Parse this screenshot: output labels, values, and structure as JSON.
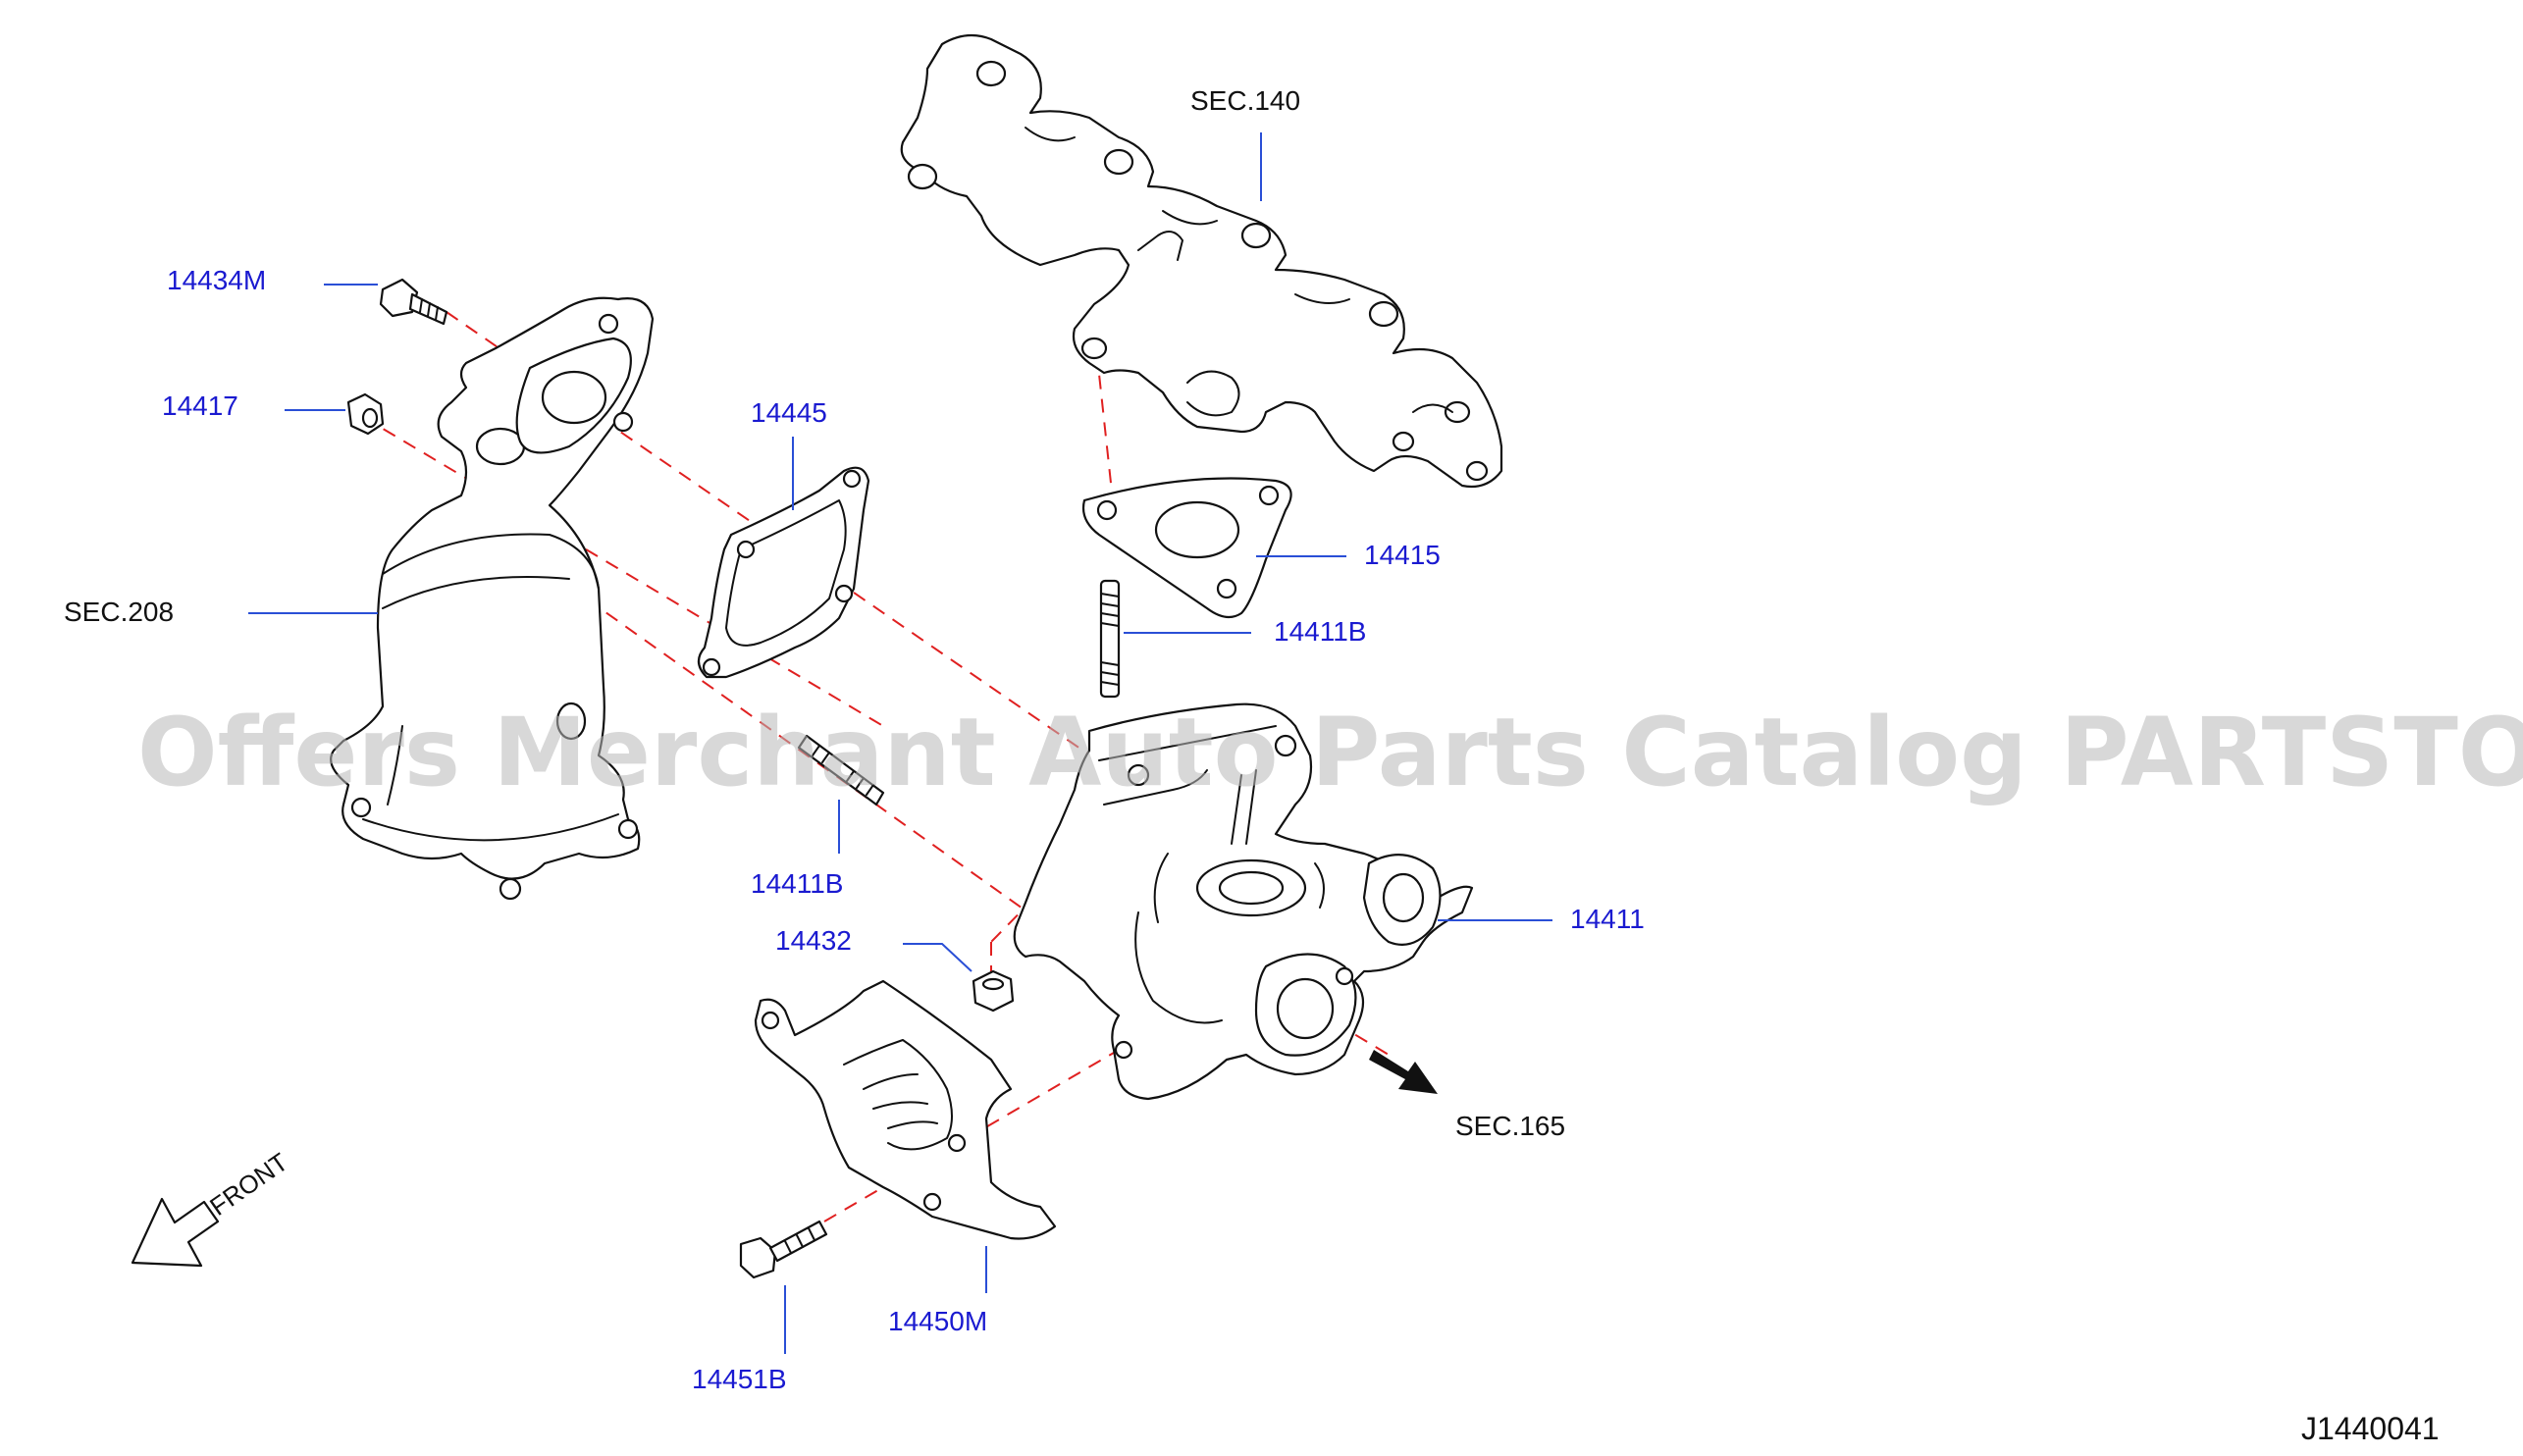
{
  "watermark": "Offers Merchant Auto Parts Catalog PARTSTORE.SA",
  "diagram_id": "J1440041",
  "front_label": "FRONT",
  "sections": {
    "exhaust_manifold": "SEC.140",
    "catalytic_converter": "SEC.208",
    "oil_line": "SEC.165"
  },
  "parts": [
    {
      "number": "14434M"
    },
    {
      "number": "14417"
    },
    {
      "number": "14445"
    },
    {
      "number": "14415"
    },
    {
      "number": "14411B"
    },
    {
      "number": "14411B"
    },
    {
      "number": "14432"
    },
    {
      "number": "14411"
    },
    {
      "number": "14450M"
    },
    {
      "number": "14451B"
    }
  ],
  "colors": {
    "part_number_text": "#1a1ad0",
    "leader_line": "#2a4fd6",
    "phantom_line": "#e02020",
    "watermark": "#b8b8b8"
  }
}
